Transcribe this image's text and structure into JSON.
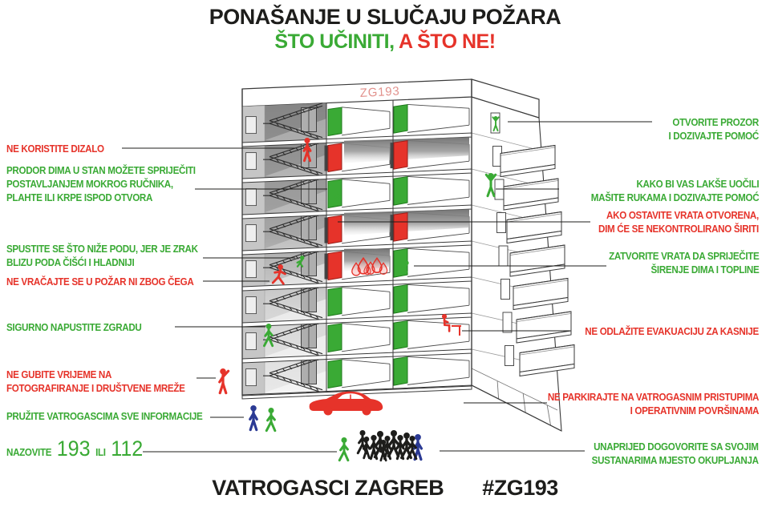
{
  "palette": {
    "green": "#3aaa35",
    "red": "#e6332a",
    "blue": "#2b3a94",
    "black": "#1d1d1b",
    "salmon": "#e2928d",
    "smoke": "#6b6b6b"
  },
  "title": {
    "line1": "PONAŠANJE U SLUČAJU POŽARA",
    "line2_do": "ŠTO UČINITI, ",
    "line2_dont": "A ŠTO NE!"
  },
  "building": {
    "rooftop_label": "ZG193",
    "floors": [
      {
        "left_door": "green",
        "right_door": "green",
        "smoke": "none",
        "fire": false
      },
      {
        "left_door": "red",
        "right_door": "red",
        "smoke": "both",
        "fire": false
      },
      {
        "left_door": "green",
        "right_door": "green",
        "smoke": "none",
        "fire": false
      },
      {
        "left_door": "red",
        "right_door": "red",
        "smoke": "both",
        "fire": false
      },
      {
        "left_door": "red",
        "right_door": "green",
        "smoke": "left",
        "fire": true
      },
      {
        "left_door": "green",
        "right_door": "green",
        "smoke": "none",
        "fire": false
      },
      {
        "left_door": "green",
        "right_door": "green",
        "smoke": "none",
        "fire": false
      },
      {
        "left_door": "green",
        "right_door": "green",
        "smoke": "none",
        "fire": false
      }
    ],
    "figures": [
      {
        "id": "window-caller",
        "color": "green",
        "pose": "wave"
      },
      {
        "id": "balcony-waver",
        "color": "green",
        "pose": "wave"
      },
      {
        "id": "elevator-person",
        "color": "red",
        "pose": "stand"
      },
      {
        "id": "towel-person",
        "color": "green",
        "pose": "crouch"
      },
      {
        "id": "floor-crouch-person",
        "color": "green",
        "pose": "crouch"
      },
      {
        "id": "door-closer",
        "color": "green",
        "pose": "crouch"
      },
      {
        "id": "stair-runner",
        "color": "red",
        "pose": "run"
      },
      {
        "id": "stair-walker",
        "color": "green",
        "pose": "walk"
      },
      {
        "id": "desk-sitter",
        "color": "red",
        "pose": "sit"
      },
      {
        "id": "photo-person",
        "color": "red",
        "pose": "phone"
      },
      {
        "id": "firefighter",
        "color": "blue",
        "pose": "stand"
      },
      {
        "id": "info-giver",
        "color": "green",
        "pose": "walk"
      },
      {
        "id": "meeting-person-green",
        "color": "green",
        "pose": "walk"
      },
      {
        "id": "meeting-person-black",
        "color": "black",
        "pose": "walk"
      },
      {
        "id": "meeting-person-blue",
        "color": "blue",
        "pose": "stand"
      }
    ],
    "crowd_count": 9,
    "crowd_color": "black",
    "car_color": "red"
  },
  "labels_left": [
    {
      "color": "red",
      "lines": [
        "NE KORISTITE DIZALO"
      ]
    },
    {
      "color": "green",
      "lines": [
        "PRODOR DIMA U STAN MOŽETE SPRIJEČITI",
        "POSTAVLJANJEM MOKROG RUČNIKA,",
        "PLAHTE ILI KRPE ISPOD OTVORA"
      ]
    },
    {
      "color": "green",
      "lines": [
        "SPUSTITE SE ŠTO NIŽE PODU, JER JE ZRAK",
        "BLIZU PODA ČIŠĆI I HLADNIJI"
      ]
    },
    {
      "color": "red",
      "lines": [
        "NE VRAČAJTE SE U POŽAR NI ZBOG ČEGA"
      ]
    },
    {
      "color": "green",
      "lines": [
        "SIGURNO NAPUSTITE ZGRADU"
      ]
    },
    {
      "color": "red",
      "lines": [
        "NE GUBITE VRIJEME NA",
        "FOTOGRAFIRANJE I DRUŠTVENE MREŽE"
      ]
    },
    {
      "color": "green",
      "lines": [
        "PRUŽITE VATROGASCIMA SVE INFORMACIJE"
      ]
    }
  ],
  "call": {
    "color": "green",
    "prefix": "NAZOVITE",
    "num1": "193",
    "conj": "ILI",
    "num2": "112"
  },
  "labels_right": [
    {
      "color": "green",
      "lines": [
        "OTVORITE PROZOR",
        "I DOZIVAJTE POMOĆ"
      ]
    },
    {
      "color": "green",
      "lines": [
        "KAKO BI VAS LAKŠE UOČILI",
        "MAŠITE RUKAMA I DOZIVAJTE POMOĆ"
      ]
    },
    {
      "color": "red",
      "lines": [
        "AKO OSTAVITE VRATA OTVORENA,",
        "DIM ĆE SE NEKONTROLIRANO ŠIRITI"
      ]
    },
    {
      "color": "green",
      "lines": [
        "ZATVORITE VRATA DA SPRIJEČITE",
        "ŠIRENJE DIMA I TOPLINE"
      ]
    },
    {
      "color": "red",
      "lines": [
        "NE ODLAŽITE EVAKUACIJU ZA KASNIJE"
      ]
    },
    {
      "color": "red",
      "lines": [
        "NE PARKIRAJTE NA VATROGASNIM PRISTUPIMA",
        "I OPERATIVNIM POVRŠINAMA"
      ]
    },
    {
      "color": "green",
      "lines": [
        "UNAPRIJED DOGOVORITE SA SVOJIM",
        "SUSTANARIMA MJESTO OKUPLJANJA"
      ]
    }
  ],
  "footer": {
    "brand": "VATROGASCI ZAGREB",
    "hashtag": "#ZG193"
  }
}
